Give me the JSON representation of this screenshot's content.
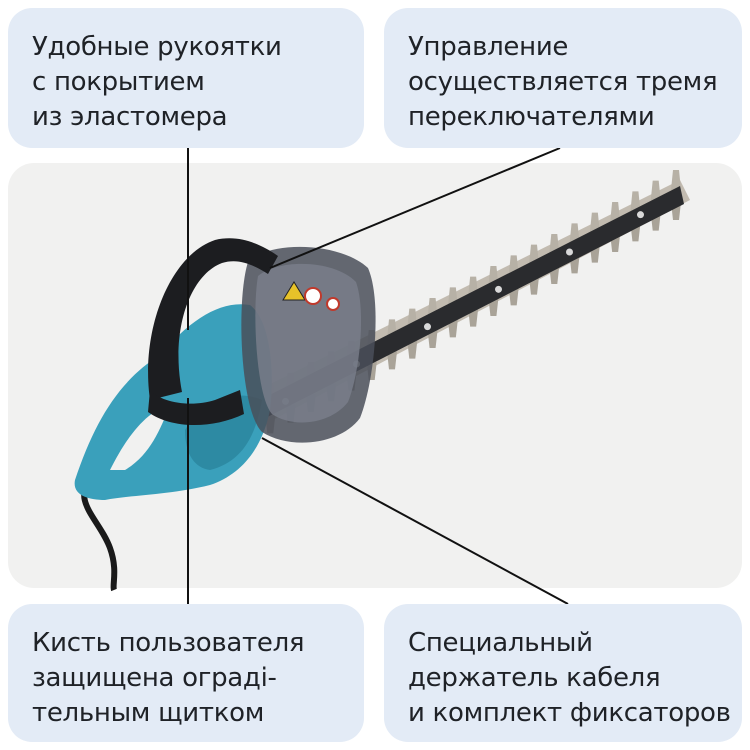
{
  "callouts": {
    "top_left": {
      "lines": [
        "Удобные рукоятки",
        "с покрытием",
        "из эластомера"
      ]
    },
    "top_right": {
      "lines": [
        "Управление",
        "осуществляется тремя",
        "переключателями"
      ]
    },
    "bottom_left": {
      "lines": [
        "Кисть пользователя",
        "защищена оградi-",
        "тельным щитком"
      ]
    },
    "bottom_right": {
      "lines": [
        "Специальный",
        "держатель кабеля",
        "и комплект фиксаторов"
      ]
    }
  },
  "colors": {
    "callout_bg": "#e3ebf6",
    "panel_bg": "#f1f1f0",
    "body_teal": "#3aa0bb",
    "handle_black": "#1c1d20",
    "blade_gray": "#b7b1a6"
  }
}
